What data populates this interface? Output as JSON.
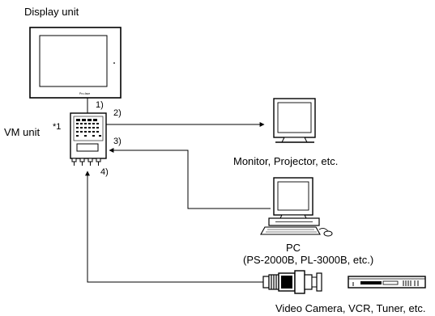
{
  "labels": {
    "display_unit": "Display unit",
    "vm_unit": "VM unit",
    "vm_unit_note": "*1",
    "monitor": "Monitor, Projector, etc.",
    "pc_title": "PC",
    "pc_models": "(PS-2000B, PL-3000B, etc.)",
    "video_sources": "Video Camera, VCR, Tuner, etc.",
    "brand": "Pro-face"
  },
  "connections": [
    {
      "id": "1",
      "text": "1)"
    },
    {
      "id": "2",
      "text": "2)"
    },
    {
      "id": "3",
      "text": "3)"
    },
    {
      "id": "4",
      "text": "4)"
    }
  ],
  "icons": [
    "display-unit-icon",
    "vm-unit-icon",
    "monitor-icon",
    "pc-icon",
    "video-camera-icon",
    "vcr-icon"
  ],
  "colors": {
    "line": "#000000",
    "background": "#ffffff"
  }
}
